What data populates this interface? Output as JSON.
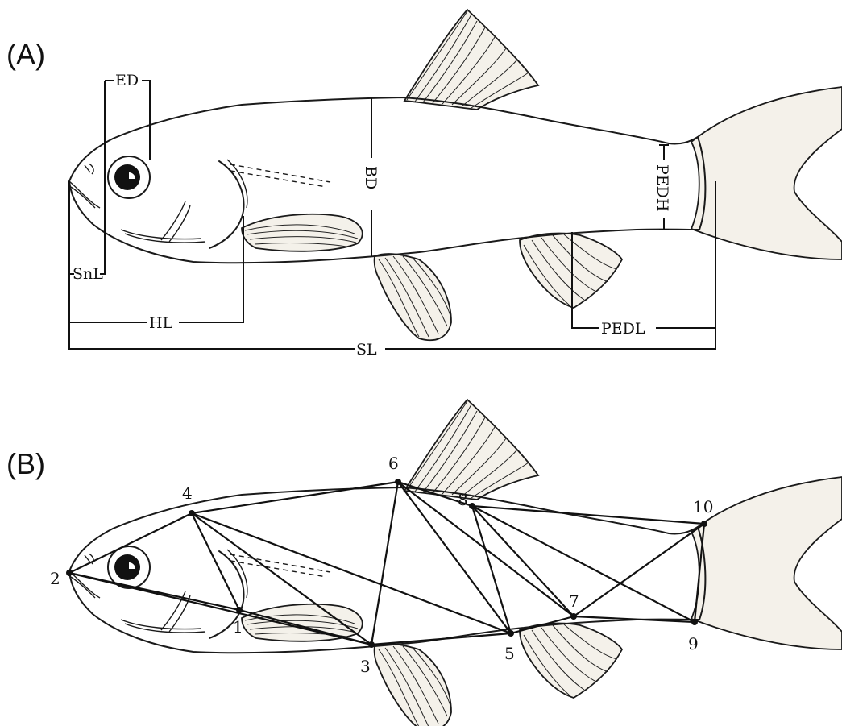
{
  "panels": {
    "a": {
      "label": "(A)",
      "measurements": {
        "ed": "ED",
        "snl": "SnL",
        "hl": "HL",
        "bd": "BD",
        "pedh": "PEDH",
        "pedl": "PEDL",
        "sl": "SL"
      }
    },
    "b": {
      "label": "(B)",
      "landmarks": [
        {
          "id": "1",
          "label": "1"
        },
        {
          "id": "2",
          "label": "2"
        },
        {
          "id": "3",
          "label": "3"
        },
        {
          "id": "4",
          "label": "4"
        },
        {
          "id": "5",
          "label": "5"
        },
        {
          "id": "6",
          "label": "6"
        },
        {
          "id": "7",
          "label": "7"
        },
        {
          "id": "8",
          "label": "8"
        },
        {
          "id": "9",
          "label": "9"
        },
        {
          "id": "10",
          "label": "10"
        }
      ],
      "truss_network": [
        [
          "2",
          "4"
        ],
        [
          "2",
          "1"
        ],
        [
          "2",
          "3"
        ],
        [
          "4",
          "6"
        ],
        [
          "4",
          "1"
        ],
        [
          "4",
          "3"
        ],
        [
          "4",
          "5"
        ],
        [
          "1",
          "3"
        ],
        [
          "3",
          "6"
        ],
        [
          "3",
          "5"
        ],
        [
          "6",
          "5"
        ],
        [
          "6",
          "8"
        ],
        [
          "6",
          "7"
        ],
        [
          "8",
          "5"
        ],
        [
          "8",
          "7"
        ],
        [
          "8",
          "10"
        ],
        [
          "8",
          "9"
        ],
        [
          "5",
          "7"
        ],
        [
          "7",
          "10"
        ],
        [
          "7",
          "9"
        ],
        [
          "10",
          "9"
        ]
      ]
    }
  }
}
